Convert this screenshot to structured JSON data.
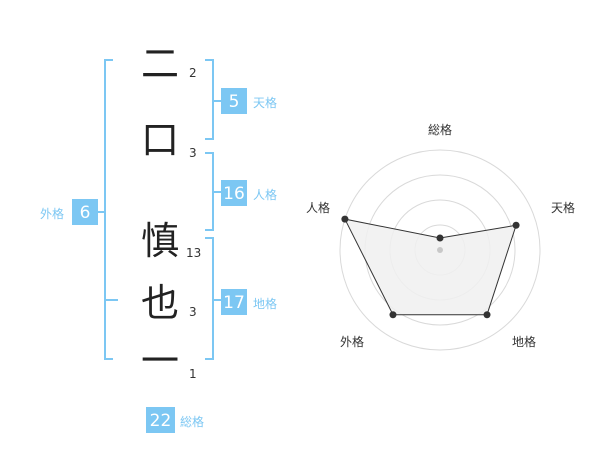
{
  "name_chars": [
    {
      "char": "二",
      "strokes": "2"
    },
    {
      "char": "口",
      "strokes": "3"
    },
    {
      "char": "慎",
      "strokes": "13"
    },
    {
      "char": "也",
      "strokes": "3"
    },
    {
      "char": "一",
      "strokes": "1"
    }
  ],
  "kaku": {
    "tenkaku": {
      "value": "5",
      "label": "天格"
    },
    "jinkaku": {
      "value": "16",
      "label": "人格"
    },
    "chikaku": {
      "value": "17",
      "label": "地格"
    },
    "gaikaku": {
      "value": "6",
      "label": "外格"
    },
    "soukaku": {
      "value": "22",
      "label": "総格"
    }
  },
  "chart_data": {
    "type": "radar",
    "axes": [
      "総格",
      "天格",
      "地格",
      "外格",
      "人格"
    ],
    "values": [
      0.12,
      0.8,
      0.8,
      0.8,
      1.0
    ],
    "range": [
      0,
      1
    ],
    "rings": 4,
    "colors": {
      "fill": "#f0f0f0",
      "line": "#333333",
      "ring": "#d9d9d9",
      "point": "#333333",
      "center": "#c8c8c8"
    }
  }
}
